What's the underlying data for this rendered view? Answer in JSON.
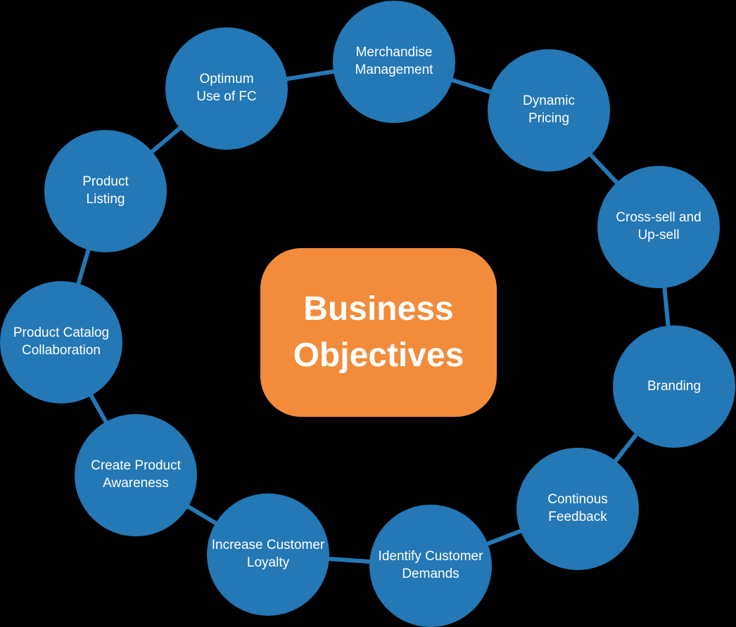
{
  "diagram": {
    "title": "Business Objectives",
    "center": {
      "label": "Business\nObjectives"
    },
    "nodes": [
      {
        "id": "merchandise-management",
        "label": "Merchandise\nManagement"
      },
      {
        "id": "dynamic-pricing",
        "label": "Dynamic\nPricing"
      },
      {
        "id": "cross-sell-and-up-sell",
        "label": "Cross-sell and\nUp-sell"
      },
      {
        "id": "branding",
        "label": "Branding"
      },
      {
        "id": "continous-feedback",
        "label": "Continous\nFeedback"
      },
      {
        "id": "identify-customer-demands",
        "label": "Identify Customer\nDemands"
      },
      {
        "id": "increase-customer-loyalty",
        "label": "Increase Customer\nLoyalty"
      },
      {
        "id": "create-product-awareness",
        "label": "Create Product\nAwareness"
      },
      {
        "id": "product-catalog-collaboration",
        "label": "Product Catalog\nCollaboration"
      },
      {
        "id": "product-listing",
        "label": "Product\nListing"
      },
      {
        "id": "optimum-use-of-fc",
        "label": "Optimum\nUse of FC"
      }
    ],
    "colors": {
      "background": "#000000",
      "node_fill": "#2478B5",
      "connector": "#2478B5",
      "center_fill": "#F28C3B",
      "text": "#FFFFFF"
    }
  }
}
